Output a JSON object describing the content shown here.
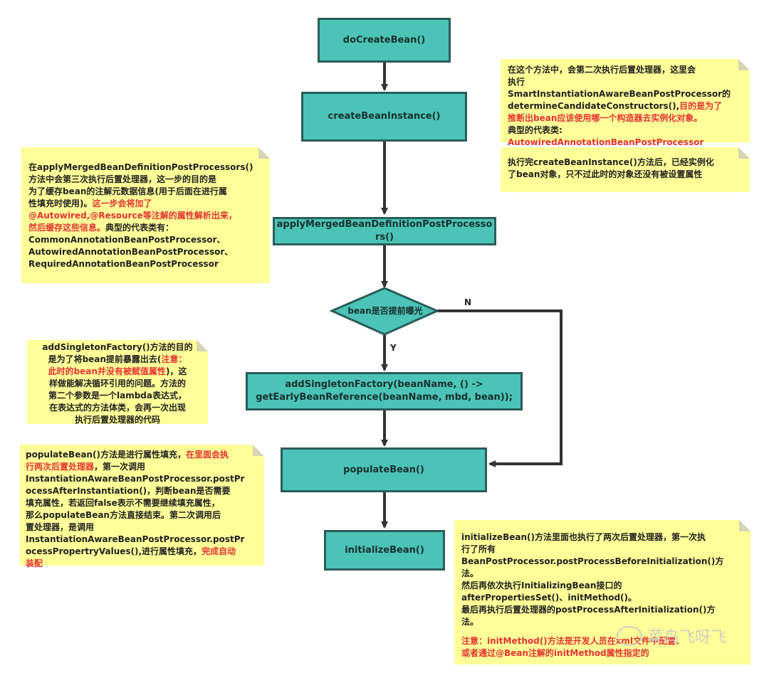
{
  "nodes": {
    "do_create_bean": "doCreateBean()",
    "create_bean_instance": "createBeanInstance()",
    "apply_merged_1": "applyMergedBeanDefinitionPostProcesso",
    "apply_merged_2": "rs()",
    "decision": "bean是否提前曝光",
    "add_singleton_1": "addSingletonFactory(beanName, () ->",
    "add_singleton_2": "getEarlyBeanReference(beanName, mbd, bean));",
    "populate_bean": "populateBean()",
    "initialize_bean": "initializeBean()"
  },
  "edge_labels": {
    "yes": "Y",
    "no": "N"
  },
  "notes": {
    "create_instance": {
      "l1": "在这个方法中，会第二次执行后置处理器，这里会",
      "l2": "执行",
      "l3": "SmartInstantiationAwareBeanPostProcessor的",
      "l4a": "determineCandidateConstructors(),",
      "l4b": "目的是为了",
      "l5": "推断出bean应该使用哪一个构造器去实例化对象。",
      "l6": "典型的代表类:",
      "l7": "AutowiredAnnotationBeanPostProcessor"
    },
    "after_instance": {
      "l1": "执行完createBeanInstance()方法后，已经实例化",
      "l2": "了bean对象，只不过此时的对象还没有被设置属性"
    },
    "apply_merged": {
      "l1": "在applyMergedBeanDefinitionPostProcessors()",
      "l2": "方法中会第三次执行后置处理器，这一步的目的是",
      "l3": "为了缓存bean的注解元数据信息(用于后面在进行属",
      "l4": "性填充时使用)。",
      "l4b": "这一步会将加了",
      "l5": "@Autowired,@Resource等注解的属性解析出来，",
      "l6a": "然后缓存这些信息。",
      "l6b": "典型的代表类有：",
      "l7": "CommonAnnotationBeanPostProcessor、",
      "l8": "AutowiredAnnotationBeanPostProcessor、",
      "l9": "RequiredAnnotationBeanPostProcessor"
    },
    "add_singleton": {
      "l1": "addSingletonFactory()方法的目的",
      "l2a": "是为了将bean提前暴露出去(",
      "l2b": "注意：",
      "l3a": "此时的bean并没有被赋值属性",
      "l3b": ")，这",
      "l4": "样做能解决循环引用的问题。方法的",
      "l5": "第二个参数是一个lambda表达式，",
      "l6": "在表达式的方法体类，会再一次出现",
      "l7": "执行后置处理器的代码"
    },
    "populate": {
      "l1a": "populateBean()方法是进行属性填充，",
      "l1b": "在里面会执",
      "l2a": "行两次后置处理器",
      "l2b": "，第一次调用",
      "l3": "InstantiationAwareBeanPostProcessor.postPr",
      "l4": "ocessAfterInstantiation()，判断bean是否需要",
      "l5": "填充属性，若返回false表示不需要继续填充属性，",
      "l6": "那么populateBean方法直接结束。第二次调用后",
      "l7": "置处理器，是调用",
      "l8": "InstantiationAwareBeanPostProcessor.postPr",
      "l9a": "ocessPropertryValues(),进行属性填充，",
      "l9b": "完成自动",
      "l10": "装配"
    },
    "initialize": {
      "l1": "initializeBean()方法里面也执行了两次后置处理器，第一次执",
      "l2": "行了所有",
      "l3": "BeanPostProcessor.postProcessBeforeInitialization()方",
      "l4": "法。",
      "l5": "然后再依次执行InitializingBean接口的",
      "l6": "afterPropertiesSet()、initMethod()。",
      "l7": "最后再执行后置处理器的postProcessAfterInitialization()方",
      "l8": "法。",
      "l9": "注意：initMethod()方法是开发人员在xml文件中配置、",
      "l10": "或者通过@Bean注解的initMethod属性指定的"
    }
  },
  "watermark": "菜鸟飞呀飞",
  "colors": {
    "node_fill": "#4cc3b7",
    "node_border": "#2a5d59",
    "note_fill": "#ffff99",
    "highlight": "#e53333",
    "edge": "#333333"
  }
}
